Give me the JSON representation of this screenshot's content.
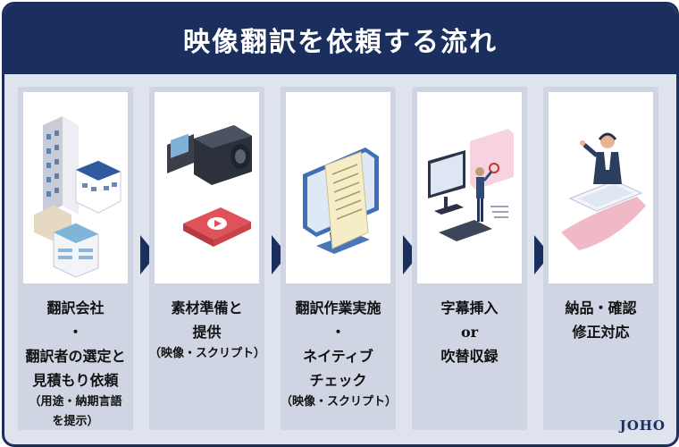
{
  "title": "映像翻訳を依頼する流れ",
  "steps": [
    {
      "lines": [
        "翻訳会社",
        "・",
        "翻訳者の選定と",
        "見積もり依頼"
      ],
      "sub": [
        "（用途・納期言語",
        "を提示）"
      ]
    },
    {
      "lines": [
        "素材準備と",
        "提供"
      ],
      "sub": [
        "（映像・スクリプト）"
      ]
    },
    {
      "lines": [
        "翻訳作業実施",
        "・",
        "ネイティブ",
        "チェック"
      ],
      "sub": [
        "（映像・スクリプト）"
      ]
    },
    {
      "lines": [
        "字幕挿入",
        "or",
        "吹替収録"
      ],
      "sub": []
    },
    {
      "lines": [
        "納品・確認",
        "修正対応"
      ],
      "sub": []
    }
  ],
  "logo": "JOHO",
  "colors": {
    "navy": "#1b2f5e",
    "panel": "#cfd5e3",
    "background": "#dfe3ed"
  },
  "icons": [
    "office-buildings-icon",
    "camera-video-icon",
    "document-monitor-icon",
    "subtitle-editing-icon",
    "support-operator-icon"
  ]
}
